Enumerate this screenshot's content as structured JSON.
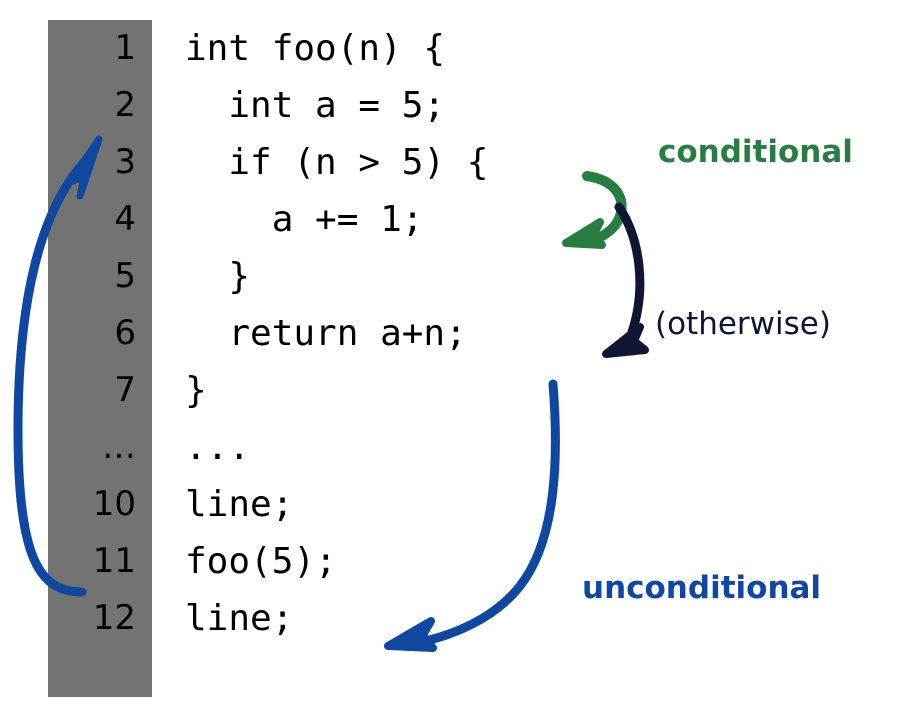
{
  "editor": {
    "gutter_color": "#737373",
    "background": "#ffffff",
    "lines": [
      {
        "number": "1",
        "code": "int foo(n) {"
      },
      {
        "number": "2",
        "code": "  int a = 5;"
      },
      {
        "number": "3",
        "code": "  if (n > 5) {"
      },
      {
        "number": "4",
        "code": "    a += 1;"
      },
      {
        "number": "5",
        "code": "  }"
      },
      {
        "number": "6",
        "code": "  return a+n;"
      },
      {
        "number": "7",
        "code": "}"
      },
      {
        "number": "…",
        "code": "..."
      },
      {
        "number": "10",
        "code": "line;"
      },
      {
        "number": "11",
        "code": "foo(5);"
      },
      {
        "number": "12",
        "code": "line;"
      }
    ]
  },
  "annotations": {
    "conditional": {
      "label": "conditional",
      "color": "#2A7D42"
    },
    "otherwise": {
      "label": "(otherwise)",
      "color": "#0F1633"
    },
    "unconditional": {
      "label": "unconditional",
      "color": "#11479E"
    }
  }
}
